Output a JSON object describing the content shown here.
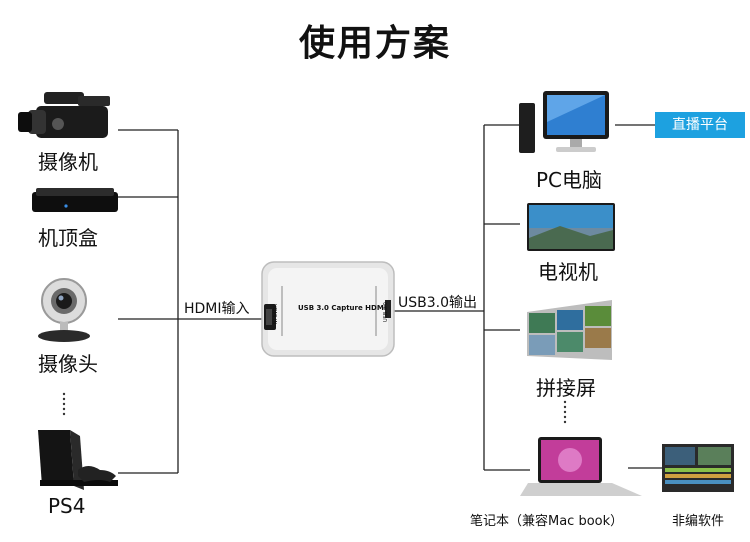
{
  "title": "使用方案",
  "inputs": {
    "camcorder": "摄像机",
    "settop_box": "机顶盒",
    "webcam": "摄像头",
    "ps4": "PS4"
  },
  "device": {
    "label": "USB 3.0 Capture HDMI",
    "in_label": "HDMI输入",
    "out_label": "USB3.0输出",
    "port_in": "HDMI IN",
    "port_out": "USB 3.0"
  },
  "outputs": {
    "pc": "PC电脑",
    "live_platform": "直播平台",
    "tv": "电视机",
    "video_wall": "拼接屏",
    "laptop": "笔记本（兼容Mac book）",
    "editing_software": "非编软件"
  }
}
